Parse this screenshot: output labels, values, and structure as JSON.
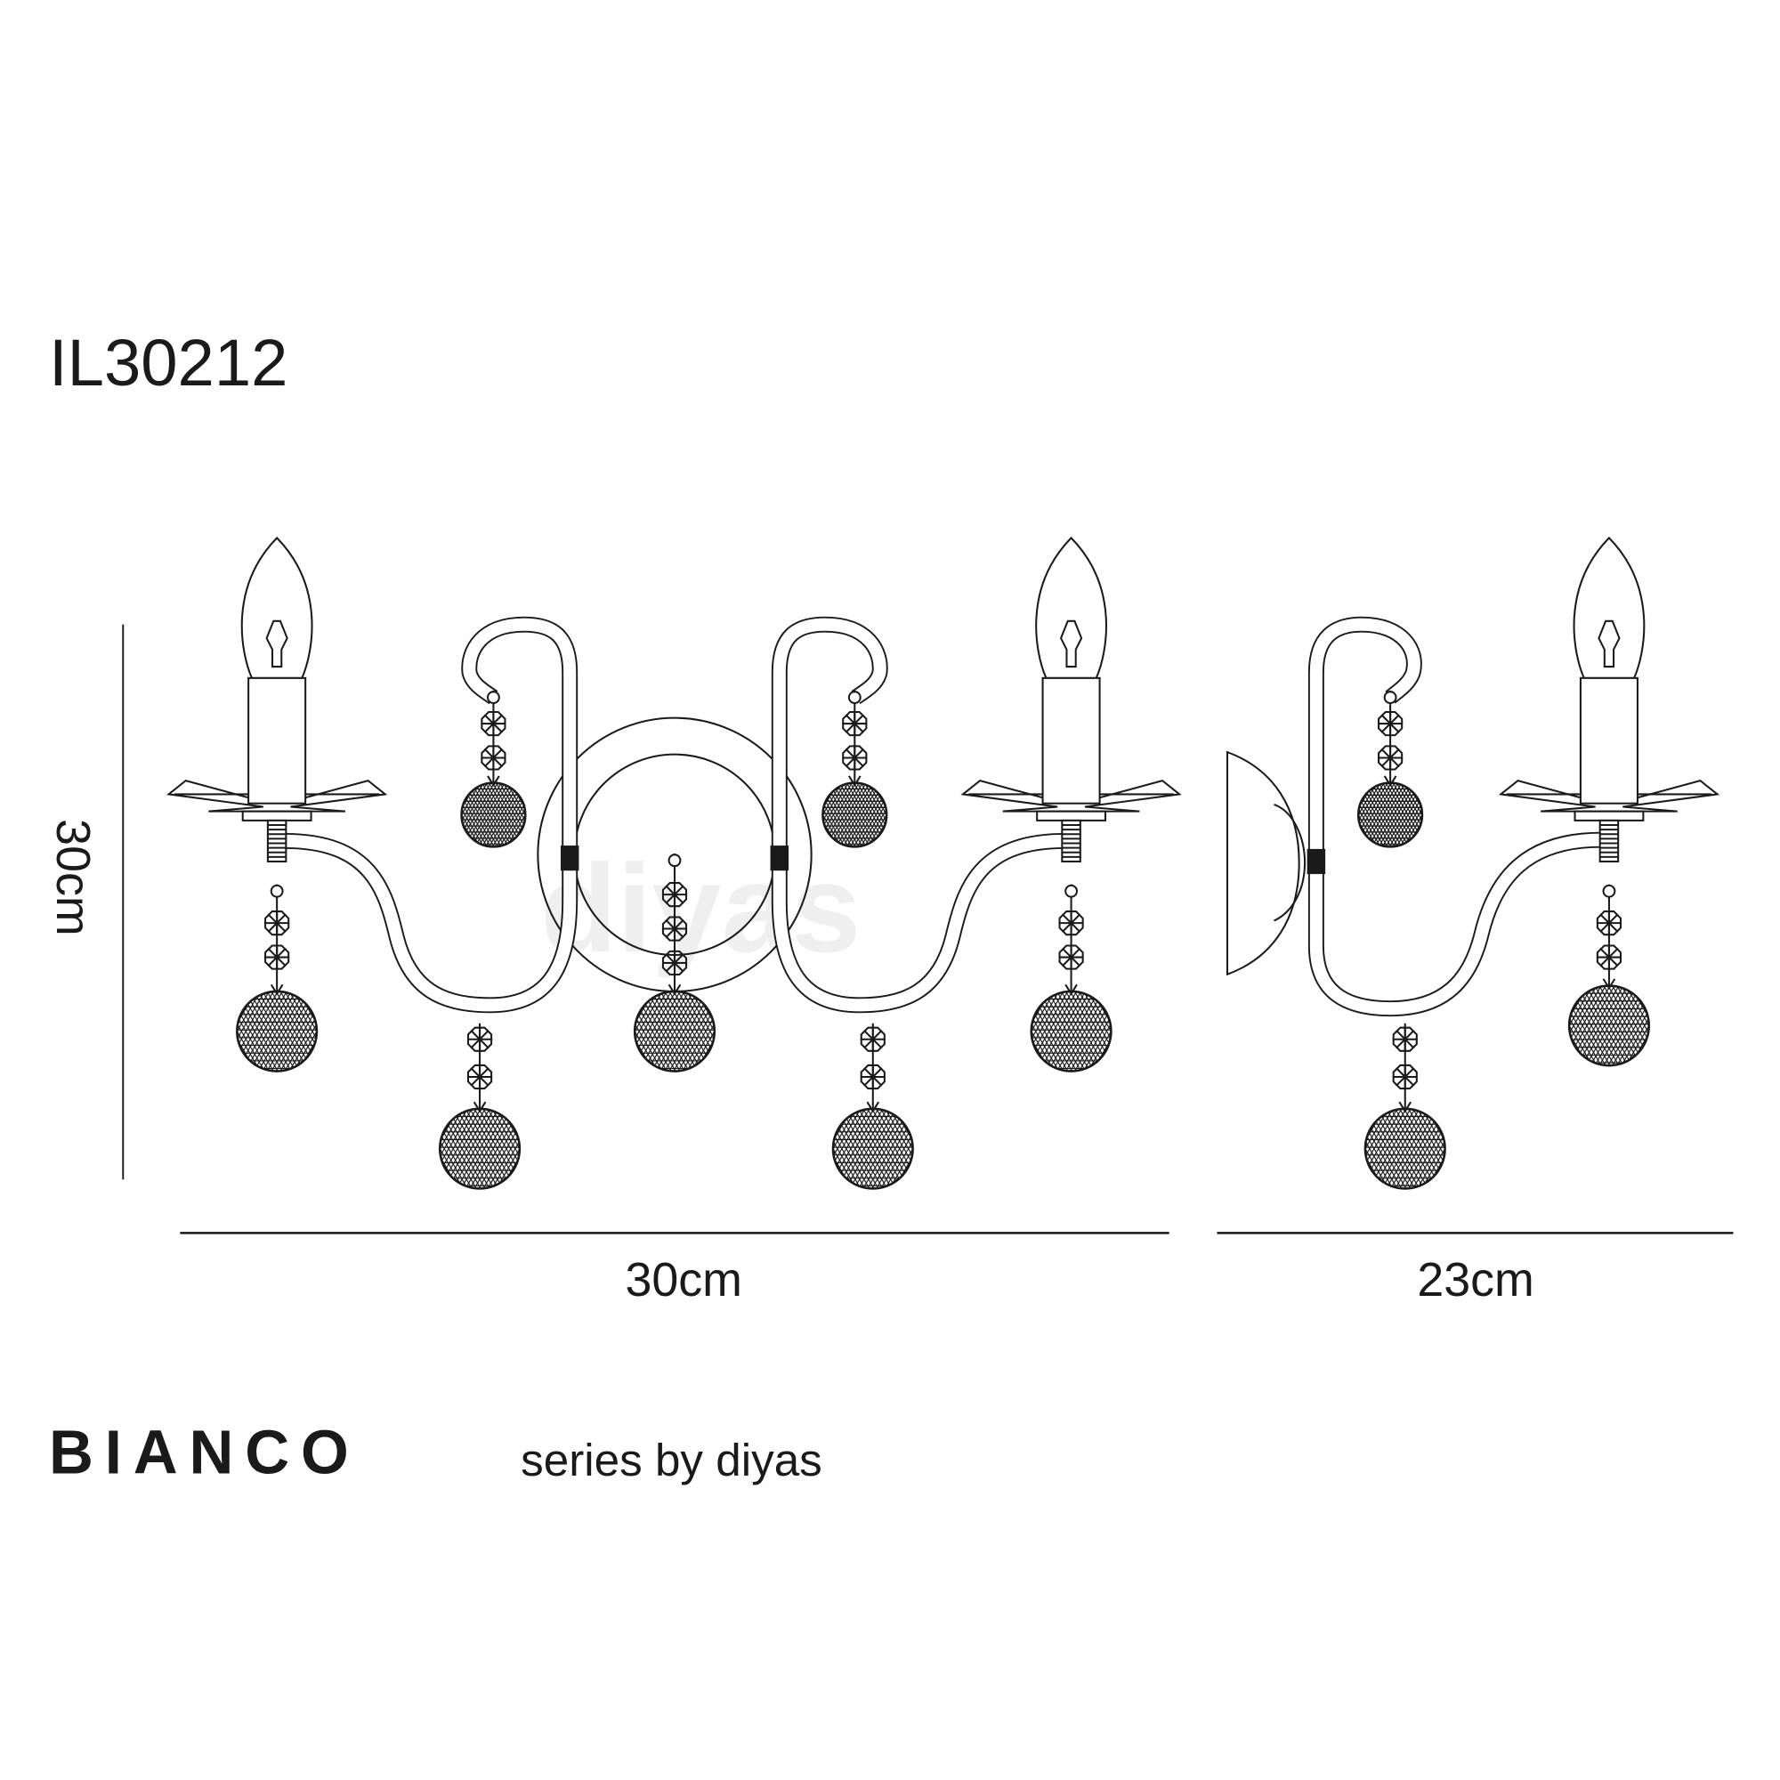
{
  "sheet": {
    "model_code": "IL30212",
    "dimensions": {
      "height_label": "30cm",
      "front_width_label": "30cm",
      "side_depth_label": "23cm"
    },
    "series_name": "BIANCO",
    "series_tagline": "series by diyas",
    "watermark": "diyas",
    "colors": {
      "line": "#1a1a1a",
      "background": "#ffffff",
      "watermark": "#eeeeee"
    }
  }
}
